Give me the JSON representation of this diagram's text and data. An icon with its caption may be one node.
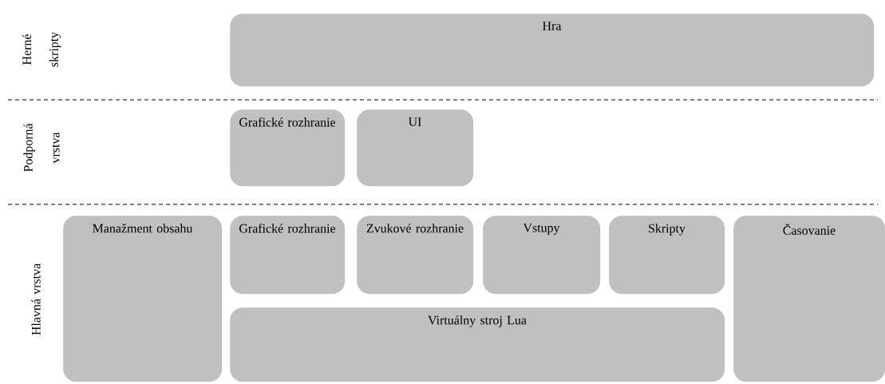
{
  "diagram": {
    "nodes": [
      {
        "text": [
          "Hra"
        ]
      },
      {
        "text": [
          "Grafické rozhranie"
        ]
      },
      {
        "text": [
          "UI"
        ]
      },
      {
        "text": [
          "Manažment obsahu"
        ]
      },
      {
        "text": [
          "Grafické rozhranie"
        ]
      },
      {
        "text": [
          "Zvukové rozhranie"
        ]
      },
      {
        "text": [
          "Vstupy"
        ]
      },
      {
        "text": [
          "Skripty"
        ]
      },
      {
        "text": [
          "Časovanie"
        ]
      },
      {
        "text": [
          "Virtuálny stroj Lua"
        ]
      }
    ],
    "labels": [
      "Herné skripty",
      "Podporná vrstva",
      "Hlavná vrstva"
    ]
  }
}
